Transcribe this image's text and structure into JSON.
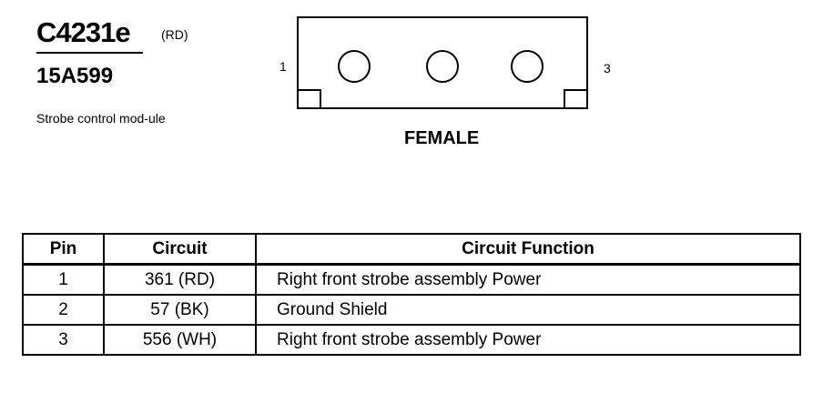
{
  "connector": {
    "id": "C4231e",
    "color_code": "(RD)",
    "part_number": "15A599",
    "description": "Strobe control mod-ule"
  },
  "diagram": {
    "left_pin_label": "1",
    "right_pin_label": "3",
    "gender_label": "FEMALE",
    "cavity_count": 3
  },
  "table": {
    "headers": [
      "Pin",
      "Circuit",
      "Circuit Function"
    ],
    "rows": [
      {
        "pin": "1",
        "circuit": "361 (RD)",
        "function": "Right front strobe assembly Power"
      },
      {
        "pin": "2",
        "circuit": "57 (BK)",
        "function": "Ground Shield"
      },
      {
        "pin": "3",
        "circuit": "556 (WH)",
        "function": "Right front strobe assembly Power"
      }
    ]
  }
}
